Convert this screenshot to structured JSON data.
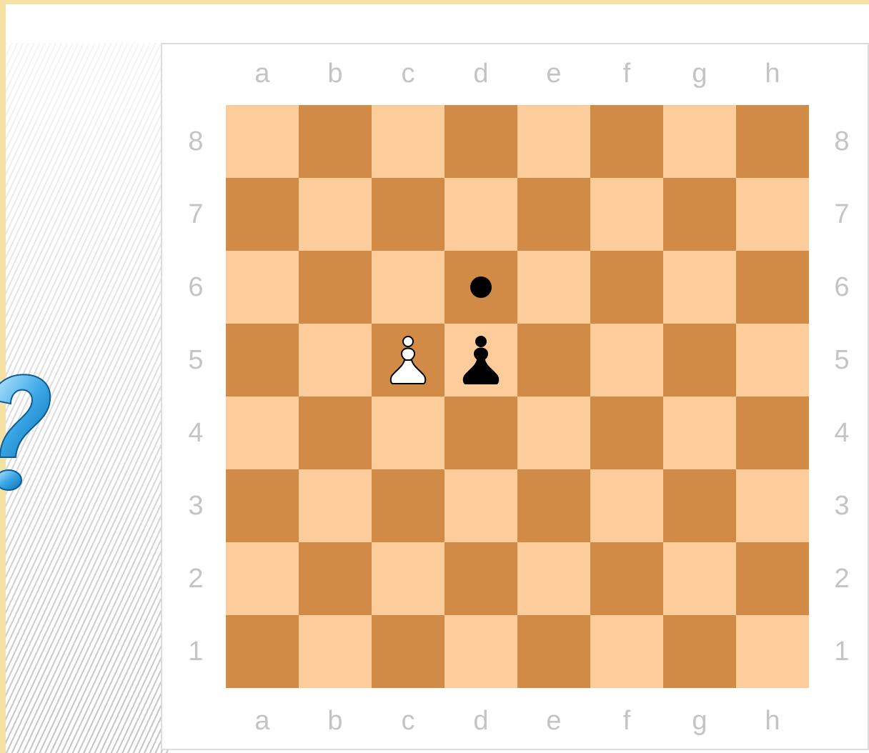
{
  "board": {
    "files": [
      "a",
      "b",
      "c",
      "d",
      "e",
      "f",
      "g",
      "h"
    ],
    "ranks": [
      "8",
      "7",
      "6",
      "5",
      "4",
      "3",
      "2",
      "1"
    ],
    "colors": {
      "light": "#fccd9b",
      "dark": "#d18b47",
      "coord": "#c4c4c4"
    },
    "pieces": [
      {
        "square": "c5",
        "type": "pawn",
        "color": "white",
        "icon": "white-pawn-icon"
      },
      {
        "square": "d5",
        "type": "pawn",
        "color": "black",
        "icon": "black-pawn-icon"
      }
    ],
    "markers": [
      {
        "square": "d6",
        "icon": "move-dot-icon"
      }
    ]
  },
  "decor": {
    "left_icon": "question-mark-icon"
  }
}
